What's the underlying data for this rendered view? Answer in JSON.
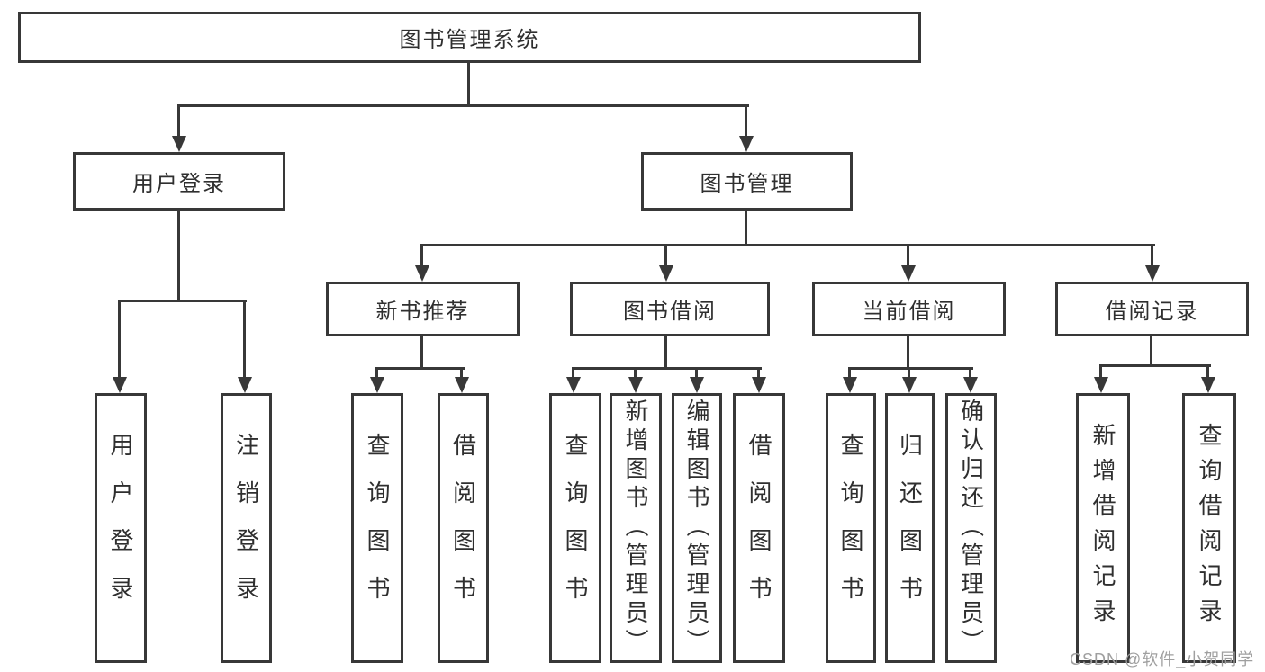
{
  "nodes": {
    "root": {
      "label": "图书管理系统"
    },
    "level2": [
      {
        "label": "用户登录"
      },
      {
        "label": "图书管理"
      }
    ],
    "level3": [
      {
        "label": "新书推荐",
        "parent": "图书管理"
      },
      {
        "label": "图书借阅",
        "parent": "图书管理"
      },
      {
        "label": "当前借阅",
        "parent": "图书管理"
      },
      {
        "label": "借阅记录",
        "parent": "图书管理"
      }
    ],
    "leaves": [
      {
        "label": "用户登录",
        "parent": "用户登录"
      },
      {
        "label": "注销登录",
        "parent": "用户登录"
      },
      {
        "label": "查询图书",
        "parent": "新书推荐"
      },
      {
        "label": "借阅图书",
        "parent": "新书推荐"
      },
      {
        "label": "查询图书",
        "parent": "图书借阅"
      },
      {
        "label": "新增图书（管理员）",
        "parent": "图书借阅"
      },
      {
        "label": "编辑图书（管理员）",
        "parent": "图书借阅"
      },
      {
        "label": "借阅图书",
        "parent": "图书借阅"
      },
      {
        "label": "查询图书",
        "parent": "当前借阅"
      },
      {
        "label": "归还图书",
        "parent": "当前借阅"
      },
      {
        "label": "确认归还（管理员）",
        "parent": "当前借阅"
      },
      {
        "label": "新增借阅记录",
        "parent": "借阅记录"
      },
      {
        "label": "查询借阅记录",
        "parent": "借阅记录"
      }
    ]
  },
  "watermark": {
    "text": "CSDN @软件_小贺同学"
  },
  "colors": {
    "line": "#383838",
    "box_border": "#383838",
    "text": "#2f2f2f",
    "background": "#ffffff",
    "watermark": "#9f9f9f"
  }
}
